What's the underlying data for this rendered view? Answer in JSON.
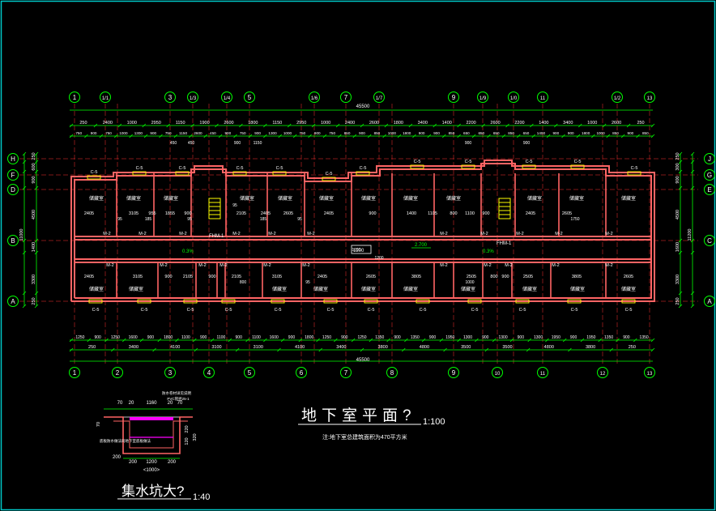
{
  "colors": {
    "background": "#000000",
    "border": "#00c8c8",
    "wall": "#ff6464",
    "dim": "#00ff00",
    "grid": "#ff3030",
    "text": "#ffffff",
    "window": "#ffff00",
    "stair": "#ffff00"
  },
  "grid_top": [
    "1",
    "1/1",
    "3",
    "1/3",
    "1/4",
    "5",
    "1/6",
    "7",
    "1/7",
    "9",
    "1/9",
    "1/0",
    "11",
    "1/2",
    "13"
  ],
  "grid_bottom": [
    "1",
    "2",
    "3",
    "4",
    "5",
    "6",
    "7",
    "8",
    "9",
    "10",
    "11",
    "12",
    "13"
  ],
  "grid_left": [
    "H",
    "F",
    "D",
    "B",
    "A"
  ],
  "grid_right": [
    "J",
    "G",
    "E",
    "C",
    "A"
  ],
  "dim_top_total": "45500",
  "dim_top_row1": [
    "250",
    "2400",
    "1000",
    "2950",
    "1150",
    "1900",
    "2600",
    "1800",
    "1150",
    "2950",
    "1000",
    "2400",
    "2600",
    "1800",
    "3400",
    "1400",
    "2200",
    "2600",
    "2200",
    "1400",
    "3400",
    "1000",
    "2600",
    "250"
  ],
  "dim_top_row2": [
    "750",
    "900",
    "750",
    "1000",
    "1300",
    "900",
    "750",
    "1150",
    "2600",
    "450",
    "900",
    "750",
    "900",
    "1300",
    "1000",
    "750",
    "900",
    "750",
    "850",
    "900",
    "850",
    "1000",
    "1800",
    "900",
    "900",
    "850",
    "650",
    "650",
    "650",
    "850",
    "650",
    "1400",
    "900",
    "900",
    "1800",
    "1000",
    "850",
    "900",
    "850"
  ],
  "dim_top_small": [
    "450",
    "450",
    "900",
    "1150",
    "900",
    "900"
  ],
  "dim_bottom_row1": [
    "1250",
    "900",
    "1250",
    "1600",
    "900",
    "1800",
    "1100",
    "900",
    "1100",
    "900",
    "1100",
    "1600",
    "900",
    "1800",
    "1250",
    "900",
    "1250",
    "1350",
    "900",
    "1350",
    "900",
    "1950",
    "1300",
    "900",
    "1300",
    "900",
    "1300",
    "1950",
    "900",
    "1950",
    "1350",
    "900",
    "1350"
  ],
  "dim_bottom_row2": [
    "250",
    "3400",
    "4100",
    "3100",
    "3100",
    "4100",
    "3400",
    "3800",
    "4800",
    "3500",
    "3500",
    "4800",
    "3800",
    "250"
  ],
  "dim_bottom_total": "45500",
  "dim_left": [
    "250",
    "600",
    "900",
    "4500",
    "1400",
    "3300",
    "250",
    "11000"
  ],
  "dim_right": [
    "250",
    "300",
    "900",
    "4500",
    "1600",
    "3300",
    "250",
    "11200"
  ],
  "window_label": "C-5",
  "room_label": "储藏室",
  "door_label": "M-2",
  "fhm_label": "FHM-1",
  "slope": "0.3%",
  "elev": "2.700",
  "room_dims_top": [
    "2405",
    "3105",
    "955",
    "1855",
    "900",
    "2105",
    "2405",
    "2605",
    "2405",
    "900",
    "1400",
    "1105",
    "800",
    "1100",
    "900",
    "2405",
    "2605"
  ],
  "room_dims_bottom": [
    "2405",
    "3105",
    "900",
    "2105",
    "900",
    "2105",
    "3105",
    "2405",
    "2605",
    "3805",
    "2505",
    "800",
    "900",
    "2505",
    "3805",
    "2605"
  ],
  "wall_dims": [
    "95",
    "185",
    "95",
    "95",
    "185",
    "95",
    "95",
    "800",
    "1200",
    "1200",
    "1000",
    "1750"
  ],
  "title": "地下室平面?",
  "title_scale": "1:100",
  "note": "注:地下室总建筑面积为470平方米",
  "pit_title": "集水坑大?",
  "pit_scale": "1:40",
  "pit_dims": [
    "70",
    "20",
    "1160",
    "20",
    "70",
    "200",
    "1200",
    "200",
    "200",
    "<1000>",
    "220",
    "120",
    "320",
    "70"
  ],
  "pit_notes": [
    "防水卷材详见说明",
    "PVC管径25-1",
    "底板防水做法同地下室底板做法"
  ]
}
